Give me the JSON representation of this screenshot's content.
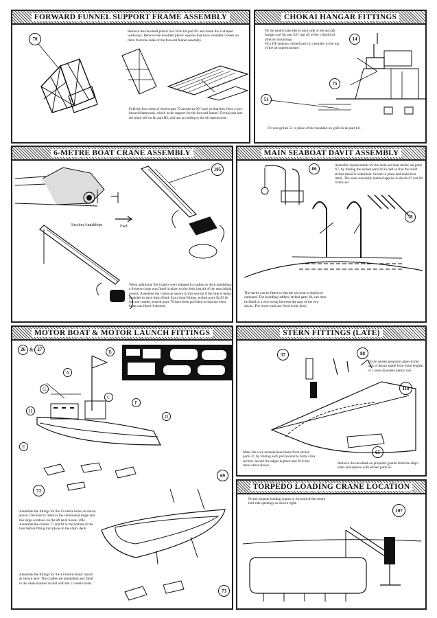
{
  "sections": {
    "funnel": {
      "title": "FORWARD FUNNEL SUPPORT FRAME ASSEMBLY",
      "part": "70",
      "text1": "Remove the moulded plastic box from kit part H5 and retain the V-shaped walkways. Remove the moulded plastic squares that have moulded crosses on them from the sides of the forward funnel assembly.",
      "text2": "Fold the four sides of etched part 70 around to 90° each so that they form a box-braced framework, which is the support for the forward funnel. Fit this part into the place left on kit part H5, and use according to the kit instructions."
    },
    "hangar": {
      "title": "CHOKAI HANGAR FITTINGS",
      "text1": "Fit the small crane jibs to each side of the aircraft hangar roof kit part E27 just aft of the cylindrical director mountings.",
      "text2": "Fit a DF antenna, etched part 14, centrally to the top of the aft superstructure.",
      "text3": "Fit vent grilles 51 in place of the moulded-on grills in kit part L6.",
      "parts": [
        "14",
        "75",
        "51"
      ]
    },
    "crane": {
      "title": "6-METRE BOAT CRANE ASSEMBLY",
      "part": "105",
      "section_label": "Section Amidships",
      "fwd_label": "Fwd",
      "text": "When additional 9m Cutters were shipped in cradles on deck amidships, a 6-metre crane was fitted in place on the deck just aft of the searchlight towers. Assemble the cranes as shown in this section if the ship is being modeled to have them fitted. Extra boat fittings, etched parts 82,83 & 84, and cradles, etched parts 79 have been provided so that the extra boats can fitted if desired."
    },
    "davit": {
      "title": "MAIN SEABOAT DAVIT ASSEMBLY",
      "parts": [
        "66",
        "38"
      ],
      "text1": "Assemble replacements for the main sea boat davits, kit parts X7, by folding the etched parts 66 in half so that the relief etched detail is outermost. Secure in place and make four items. The same assembly method applies to davits 67 and 68 in this set.",
      "text2": "The davits can be fitted so that the sea boat is deployed outboard. The boarding ladders, etched parts 38, can then be fitted to a wire string between the tops of the two davits. The lower ends are fixed to the deck."
    },
    "motor": {
      "title": "MOTOR BOAT  & MOTOR LAUNCH FITTINGS",
      "parts_top": [
        "26",
        "27"
      ],
      "part_71": "71",
      "part_69": "69",
      "part_73": "73",
      "letters": [
        "A",
        "B",
        "C",
        "D",
        "E",
        "F",
        "G",
        "H"
      ],
      "text1": "Assemble the fittings for the 11-metre boats as shown above. One boat is fitted as the ceremonial barge and has large windows on the aft deck house, 26H. Assemble the cradles 77 and fit to the bottom of the boat before fitting into place on the ship's deck.",
      "text2": "Assemble the fittings for the 12-metre motor launch as shown here. The cradles are assembled and fitted in the same manner as that with the 11-metre boats."
    },
    "stern": {
      "title": "STERN FITTINGS (LATE)",
      "parts": [
        "37",
        "88",
        "118",
        "65"
      ],
      "text1": "Fit the smoke generator pipes to the tops of drums made from 2mm lengths of 1.5mm diameter plastic rod.",
      "text2": "Make the wire antenna base masts from etched parts 37, by folding each part around to form a box section. Secure the edges in place and fit to the deck where shown.",
      "text3": "Remove the moulded-on propeller guards from the ship's sides and replace with etched parts 65."
    },
    "torpedo": {
      "title": "TORPEDO LOADING CRANE LOCATION",
      "part": "107",
      "text": "Fit the torpedo loading cranes to forward of the centre hull side openings as shown right."
    }
  }
}
